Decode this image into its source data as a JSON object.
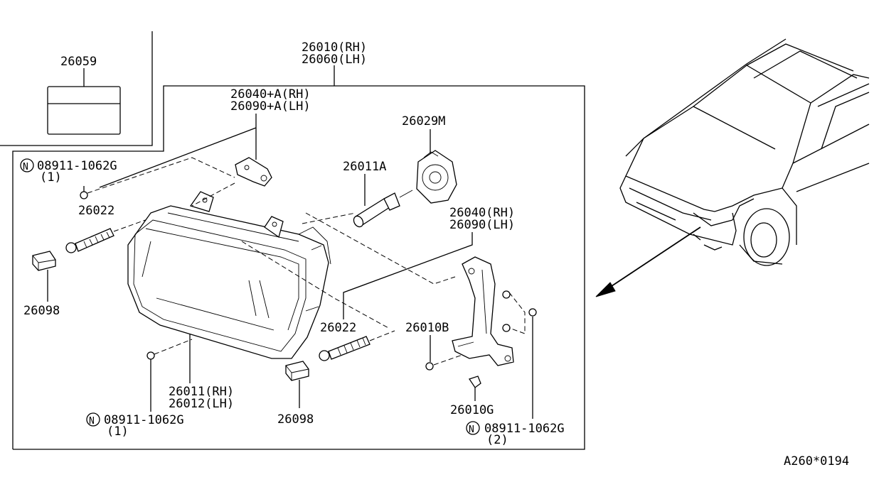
{
  "parts": {
    "label_plate": "26059",
    "headlamp_assy_rh": "26010(RH)",
    "headlamp_assy_lh": "26060(LH)",
    "bulb_socket_rh": "26040+A(RH)",
    "bulb_socket_lh": "26090+A(LH)",
    "screw_tl": "08911-1062G",
    "screw_tl_qty": "(1)",
    "nut_tl": "26022",
    "cap_left": "26098",
    "bulb_m": "26029M",
    "bulb_a": "26011A",
    "bracket_rh": "26040(RH)",
    "bracket_lh": "26090(LH)",
    "adjuster_mid": "26022",
    "bracket_b": "26010B",
    "lens_rh": "26011(RH)",
    "lens_lh": "26012(LH)",
    "screw_bl": "08911-1062G",
    "screw_bl_qty": "(1)",
    "cap_bottom": "26098",
    "clip_g": "26010G",
    "screw_br": "08911-1062G",
    "screw_br_qty": "(2)",
    "n_marker": "N"
  },
  "footer": {
    "drawing_code": "A260*0194"
  }
}
